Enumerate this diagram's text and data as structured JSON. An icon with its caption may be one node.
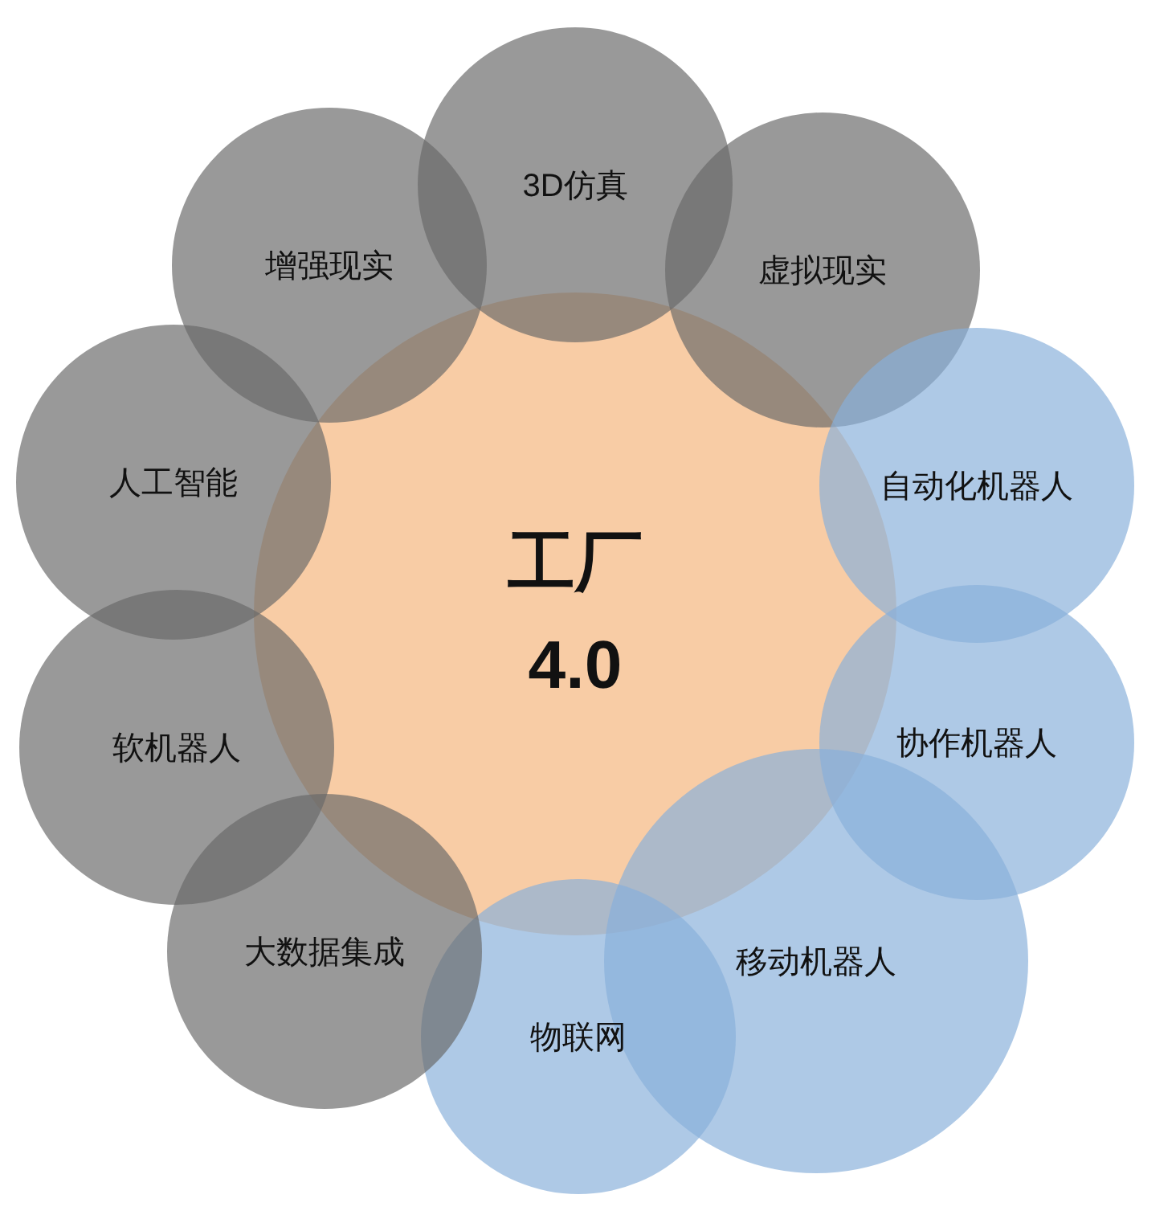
{
  "diagram": {
    "nodes": [
      {
        "text": [
          "工厂 4.0"
        ]
      },
      {
        "text": [
          "3D仿真"
        ]
      },
      {
        "text": [
          "虚拟现实"
        ]
      },
      {
        "text": [
          "自动化机器人"
        ]
      },
      {
        "text": [
          "协作机器人"
        ]
      },
      {
        "text": [
          "移动机器人"
        ]
      },
      {
        "text": [
          "物联网"
        ]
      },
      {
        "text": [
          "大数据集成"
        ]
      },
      {
        "text": [
          "软机器人"
        ]
      },
      {
        "text": [
          "人工智能"
        ]
      },
      {
        "text": [
          "增强现实"
        ]
      }
    ]
  }
}
